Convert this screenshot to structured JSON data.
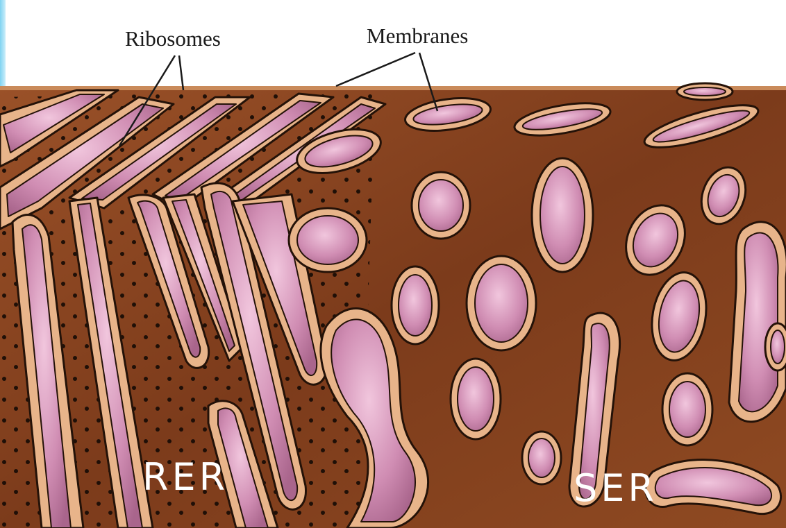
{
  "diagram": {
    "labels": {
      "ribosomes": "Ribosomes",
      "membranes": "Membranes",
      "rer": "RER",
      "ser": "SER"
    },
    "colors": {
      "cytoplasm": "#8a4420",
      "cytoplasm_dark": "#5a2a12",
      "membrane": "#e8b48a",
      "lumen": "#d796ba",
      "lumen_light": "#eebcd6",
      "ribosome": "#1a0d06",
      "outline": "#241208",
      "sky_edge": "#7fd3f2"
    }
  }
}
